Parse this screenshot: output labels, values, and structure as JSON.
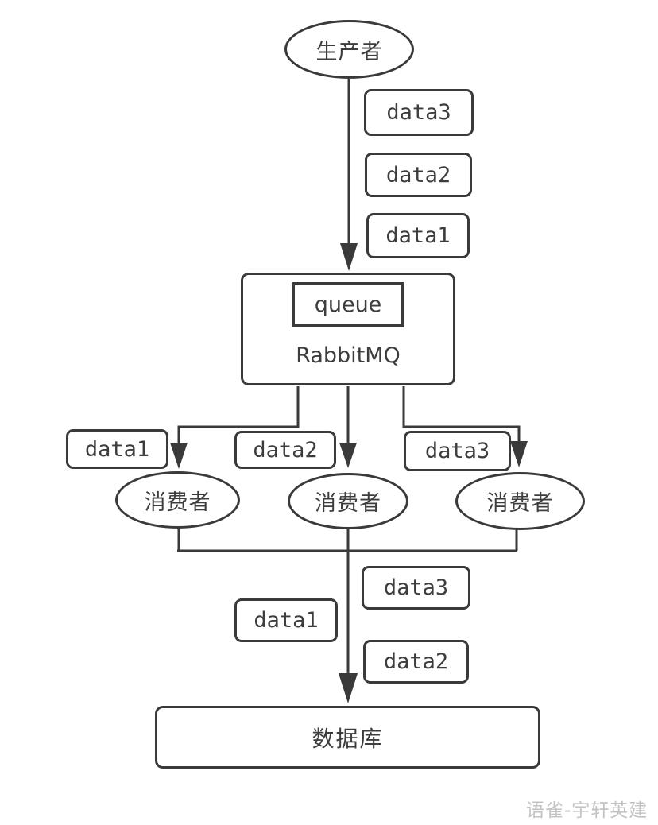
{
  "diagram": {
    "background": "#ffffff",
    "stroke_color": "#3a3a3a",
    "text_color": "#3d3d3d",
    "producer": {
      "label": "生产者"
    },
    "producer_stream": [
      "data3",
      "data2",
      "data1"
    ],
    "rabbitmq": {
      "queue_label": "queue",
      "label": "RabbitMQ"
    },
    "consumer_stream": [
      "data1",
      "data2",
      "data3"
    ],
    "consumers": [
      {
        "label": "消费者"
      },
      {
        "label": "消费者"
      },
      {
        "label": "消费者"
      }
    ],
    "db_stream": [
      "data3",
      "data1",
      "data2"
    ],
    "database": {
      "label": "数据库"
    },
    "watermark": "语雀-宇轩英建"
  }
}
